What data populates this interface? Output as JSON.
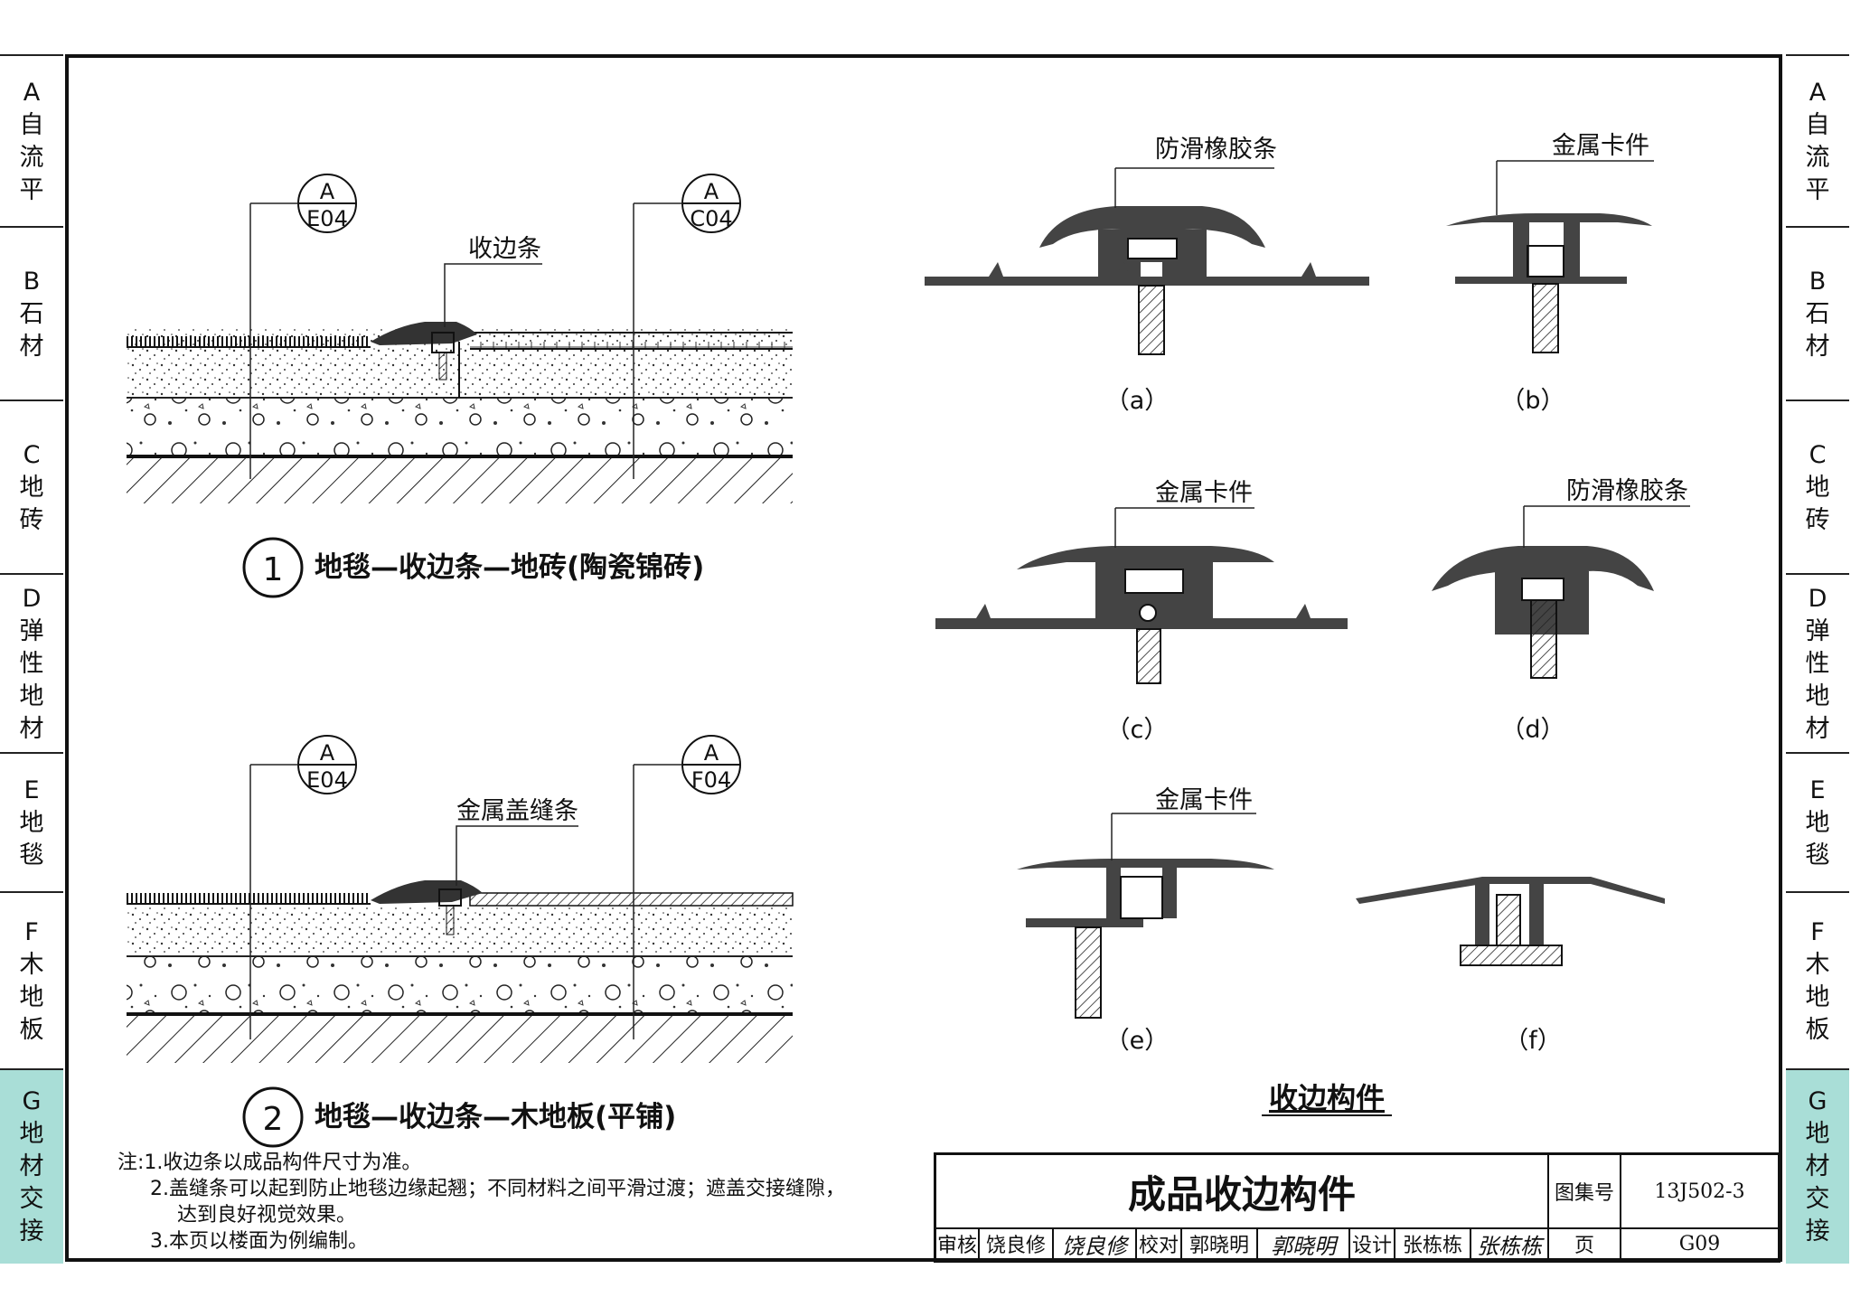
{
  "side_tabs": [
    {
      "letter": "A",
      "chars": [
        "自",
        "流",
        "平"
      ],
      "active": false
    },
    {
      "letter": "B",
      "chars": [
        "石",
        "材"
      ],
      "active": false
    },
    {
      "letter": "C",
      "chars": [
        "地",
        "砖"
      ],
      "active": false
    },
    {
      "letter": "D",
      "chars": [
        "弹",
        "性",
        "地",
        "材"
      ],
      "active": false
    },
    {
      "letter": "E",
      "chars": [
        "地",
        "毯"
      ],
      "active": false
    },
    {
      "letter": "F",
      "chars": [
        "木",
        "地",
        "板"
      ],
      "active": false
    },
    {
      "letter": "G",
      "chars": [
        "地",
        "材",
        "交",
        "接"
      ],
      "active": true
    }
  ],
  "detail1": {
    "number": "1",
    "title": "地毯—收边条—地砖(陶瓷锦砖)",
    "callout_left": {
      "top": "A",
      "bottom": "E04"
    },
    "callout_right": {
      "top": "A",
      "bottom": "C04"
    },
    "leader_label": "收边条"
  },
  "detail2": {
    "number": "2",
    "title": "地毯—收边条—木地板(平铺)",
    "callout_left": {
      "top": "A",
      "bottom": "E04"
    },
    "callout_right": {
      "top": "A",
      "bottom": "F04"
    },
    "leader_label": "金属盖缝条"
  },
  "profiles": {
    "a": {
      "caption": "（a）",
      "label": "防滑橡胶条"
    },
    "b": {
      "caption": "（b）",
      "label": "金属卡件"
    },
    "c": {
      "caption": "（c）",
      "label": "金属卡件"
    },
    "d": {
      "caption": "（d）",
      "label": "防滑橡胶条"
    },
    "e": {
      "caption": "（e）",
      "label": "金属卡件"
    },
    "f": {
      "caption": "（f）"
    },
    "group_title": "收边构件"
  },
  "notes": [
    "注:1.收边条以成品构件尺寸为准。",
    "2.盖缝条可以起到防止地毯边缘起翘；不同材料之间平滑过渡；遮盖交接缝隙，",
    "达到良好视觉效果。",
    "3.本页以楼面为例编制。"
  ],
  "title_block": {
    "drawing_title": "成品收边构件",
    "atlas_label": "图集号",
    "atlas_no": "13J502-3",
    "page_label": "页",
    "page_no": "G09",
    "review_label": "审核",
    "reviewer": "饶良修",
    "reviewer_sig": "饶良修",
    "check_label": "校对",
    "checker": "郭晓明",
    "checker_sig": "郭晓明",
    "design_label": "设计",
    "designer": "张栋栋",
    "designer_sig": "张栋栋"
  }
}
